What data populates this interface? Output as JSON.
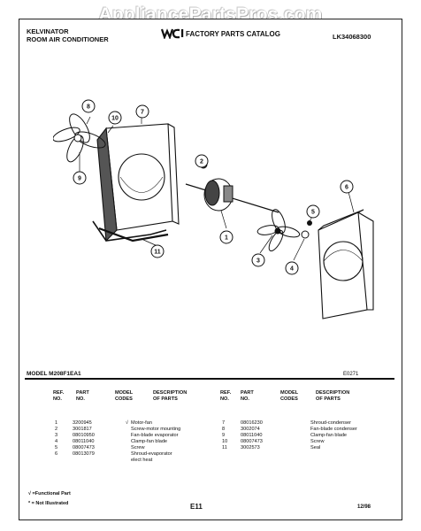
{
  "watermark": "AppliancePartsPros.com",
  "header": {
    "brand_line1": "KELVINATOR",
    "brand_line2": "ROOM AIR CONDITIONER",
    "logo": "WCI",
    "catalog_title": "FACTORY PARTS CATALOG",
    "catalog_number": "LK34068300"
  },
  "diagram": {
    "callouts": [
      "1",
      "2",
      "3",
      "4",
      "5",
      "6",
      "7",
      "8",
      "9",
      "10",
      "11"
    ]
  },
  "model": {
    "label": "MODEL M208F1EA1",
    "code": "E0271"
  },
  "table_headers": {
    "ref": "REF.\nNO.",
    "part": "PART\nNO.",
    "model_codes": "MODEL\nCODES",
    "description": "DESCRIPTION\nOF PARTS"
  },
  "left_parts": [
    {
      "ref": "1",
      "part": "3200945",
      "code": "√",
      "desc": "Motor-fan"
    },
    {
      "ref": "2",
      "part": "3001817",
      "code": "",
      "desc": "Screw-motor mounting"
    },
    {
      "ref": "3",
      "part": "08010950",
      "code": "",
      "desc": "Fan-blade evaporator"
    },
    {
      "ref": "4",
      "part": "08011040",
      "code": "",
      "desc": "Clamp-fan blade"
    },
    {
      "ref": "5",
      "part": "08007473",
      "code": "",
      "desc": "Screw"
    },
    {
      "ref": "6",
      "part": "08013079",
      "code": "",
      "desc": "Shroud-evaporator"
    },
    {
      "ref": "",
      "part": "",
      "code": "",
      "desc": "elect heat"
    }
  ],
  "right_parts": [
    {
      "ref": "7",
      "part": "08016230",
      "code": "",
      "desc": "Shroud-condenser"
    },
    {
      "ref": "8",
      "part": "3002074",
      "code": "",
      "desc": "Fan-blade condenser"
    },
    {
      "ref": "9",
      "part": "08011040",
      "code": "",
      "desc": "Clamp-fan blade"
    },
    {
      "ref": "10",
      "part": "08007473",
      "code": "",
      "desc": "Screw"
    },
    {
      "ref": "11",
      "part": "3002573",
      "code": "",
      "desc": "Seal"
    }
  ],
  "footer": {
    "note1": "√ =Functional Part",
    "note2": "* = Not Illustrated",
    "page": "E11",
    "date": "12/98"
  }
}
